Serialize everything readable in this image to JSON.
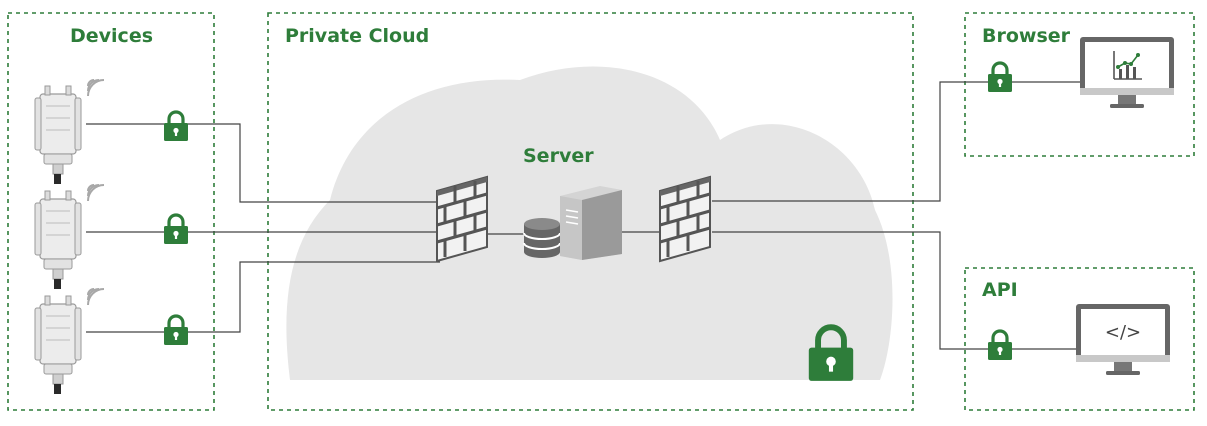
{
  "colors": {
    "accent": "#2e7d3a",
    "cloud": "#e6e6e6",
    "dashed_border": "#2e7d3a",
    "line": "#444444"
  },
  "groups": {
    "devices": {
      "label": "Devices"
    },
    "private_cloud": {
      "label": "Private Cloud"
    },
    "browser": {
      "label": "Browser"
    },
    "api": {
      "label": "API"
    }
  },
  "server": {
    "label": "Server"
  },
  "monitors": {
    "browser_icon": "chart-icon",
    "api_icon": "code-icon",
    "api_glyph": "</>"
  },
  "icons": {
    "device": "sensor-device-icon",
    "wifi": "wifi-icon",
    "lock": "lock-icon",
    "firewall": "firewall-icon",
    "database": "database-icon",
    "server": "server-icon",
    "monitor": "monitor-icon"
  }
}
